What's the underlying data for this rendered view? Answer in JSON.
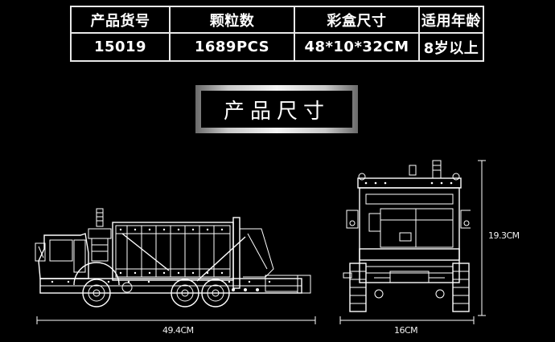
{
  "spec_table": {
    "headers": [
      "产品货号",
      "颗粒数",
      "彩盒尺寸",
      "适用年龄"
    ],
    "values": [
      "15019",
      "1689PCS",
      "48*10*32CM",
      "8岁以上"
    ]
  },
  "section_title": "产品尺寸",
  "side_view": {
    "length_label": "49.4CM",
    "icon": "garbage-truck-side-view"
  },
  "front_view": {
    "width_label": "16CM",
    "height_label": "19.3CM",
    "icon": "garbage-truck-front-view"
  },
  "colors": {
    "background": "#000000",
    "line": "#ffffff",
    "frame_silver": "#c8c8c8"
  }
}
